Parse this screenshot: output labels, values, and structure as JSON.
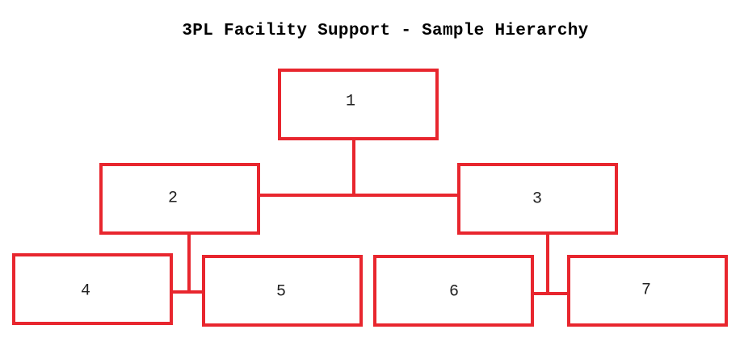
{
  "title": "3PL Facility Support - Sample Hierarchy",
  "colors": {
    "border": "#e8262e",
    "text": "#222222",
    "background": "#ffffff"
  },
  "nodes": [
    {
      "id": "1",
      "label": "1"
    },
    {
      "id": "2",
      "label": "2"
    },
    {
      "id": "3",
      "label": "3"
    },
    {
      "id": "4",
      "label": "4"
    },
    {
      "id": "5",
      "label": "5"
    },
    {
      "id": "6",
      "label": "6"
    },
    {
      "id": "7",
      "label": "7"
    }
  ],
  "edges": [
    {
      "from": "1",
      "to": "2"
    },
    {
      "from": "1",
      "to": "3"
    },
    {
      "from": "2",
      "to": "4"
    },
    {
      "from": "2",
      "to": "5"
    },
    {
      "from": "3",
      "to": "6"
    },
    {
      "from": "3",
      "to": "7"
    }
  ]
}
